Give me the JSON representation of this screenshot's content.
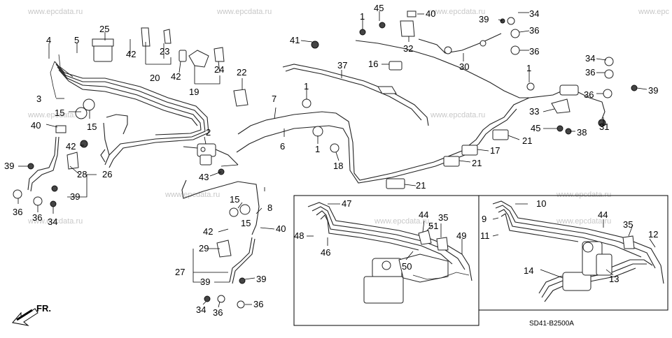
{
  "watermarks": [
    "www.epcdata.ru",
    "www.epcdata.ru",
    "www.epcdata.ru",
    "www.epc",
    "www.epcdata.ru",
    "www.epcdata.ru",
    "www.epcdata.ru",
    "www.epcdata.ru",
    "www.epcdata.ru",
    "www.epcdata.ru",
    "www.epcdata.ru"
  ],
  "diagram_code": "SD41-B2500A",
  "front_label": "FR.",
  "callouts": {
    "c1": "1",
    "c2": "2",
    "c3": "3",
    "c4": "4",
    "c5": "5",
    "c6": "6",
    "c7": "7",
    "c8": "8",
    "c9": "9",
    "c10": "10",
    "c11": "11",
    "c12": "12",
    "c13": "13",
    "c14": "14",
    "c15": "15",
    "c16": "16",
    "c17": "17",
    "c18": "18",
    "c19": "19",
    "c20": "20",
    "c21": "21",
    "c22": "22",
    "c23": "23",
    "c24": "24",
    "c25": "25",
    "c26": "26",
    "c27": "27",
    "c28": "28",
    "c29": "29",
    "c30": "30",
    "c31": "31",
    "c32": "32",
    "c33": "33",
    "c34": "34",
    "c35": "35",
    "c36": "36",
    "c37": "37",
    "c38": "38",
    "c39": "39",
    "c40": "40",
    "c41": "41",
    "c42": "42",
    "c43": "43",
    "c44": "44",
    "c45": "45",
    "c46": "46",
    "c47": "47",
    "c48": "48",
    "c49": "49",
    "c50": "50",
    "c51": "51"
  }
}
